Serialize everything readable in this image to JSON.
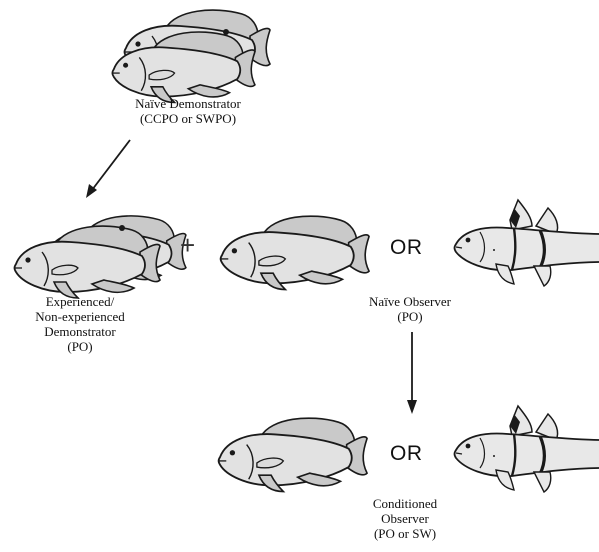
{
  "labels": {
    "naive_demonstrator": [
      "Naïve Demonstrator",
      "(CCPO or SWPO)"
    ],
    "experienced_demonstrator": [
      "Experienced/",
      "Non-experienced",
      "Demonstrator",
      "(PO)"
    ],
    "naive_observer": [
      "Naïve Observer",
      "(PO)"
    ],
    "conditioned_observer": [
      "Conditioned",
      "Observer",
      "(PO or SW)"
    ]
  },
  "operators": {
    "plus": "+",
    "or_top": "OR",
    "or_bottom": "OR"
  },
  "colors": {
    "outline": "#1a1a1a",
    "cichlid_dark": "#9a9a9a",
    "cichlid_mid": "#b4b4b4",
    "cichlid_light": "#e2e2e2",
    "swordtail_fill": "#e8e8e8"
  },
  "icons": [
    "cichlid-fish-icon",
    "swordtail-fish-icon",
    "arrow-icon"
  ]
}
